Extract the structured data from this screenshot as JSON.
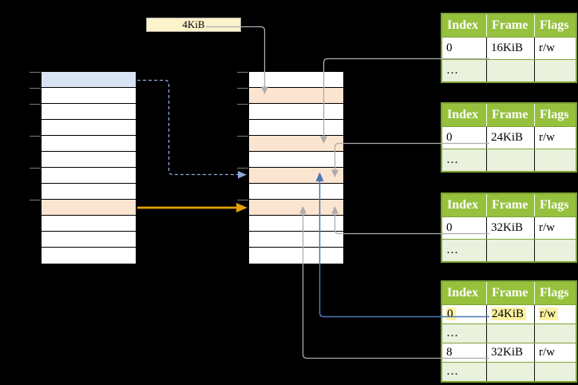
{
  "colors": {
    "background": "#000000",
    "column_border": "#000000",
    "cell_blue": "#D8E4F4",
    "cell_orange": "#FCE5D0",
    "size_box_bg": "#FCF2CC",
    "size_box_border": "#ABA7A0",
    "table_header_bg": "#95C13D",
    "table_border_green": "#7FA437",
    "table_row_shaded": "#EAF1DC",
    "highlight_yellow": "#FCF2A1",
    "line_gray": "#ACACAC",
    "arrow_orange": "#E0A008",
    "arrow_blue": "#4D76B5",
    "arrow_blue_dashed": "#8DA9DC",
    "tick_gray": "#7A7A7A"
  },
  "size_box": {
    "label": "4KiB"
  },
  "left_column": {
    "rows": 12,
    "blue_rows": [
      0
    ],
    "orange_rows": [
      8
    ],
    "tick_offsets": [
      0,
      20,
      40,
      80,
      120,
      160
    ]
  },
  "middle_column": {
    "rows": 12,
    "blue_rows": [],
    "orange_rows": [
      1,
      4,
      6,
      8
    ],
    "tick_offsets": [
      0,
      20,
      40,
      80,
      120,
      160
    ]
  },
  "frame_tables": [
    {
      "headers": [
        "Index",
        "Frame",
        "Flags"
      ],
      "rows": [
        [
          "0",
          "16KiB",
          "r/w"
        ],
        [
          "…",
          "",
          ""
        ]
      ]
    },
    {
      "headers": [
        "Index",
        "Frame",
        "Flags"
      ],
      "rows": [
        [
          "0",
          "24KiB",
          "r/w"
        ],
        [
          "…",
          "",
          ""
        ]
      ]
    },
    {
      "headers": [
        "Index",
        "Frame",
        "Flags"
      ],
      "rows": [
        [
          "0",
          "32KiB",
          "r/w"
        ],
        [
          "…",
          "",
          ""
        ]
      ]
    },
    {
      "headers": [
        "Index",
        "Frame",
        "Flags"
      ],
      "rows": [
        [
          "0",
          "24KiB",
          "r/w"
        ],
        [
          "…",
          "",
          ""
        ],
        [
          "8",
          "32KiB",
          "r/w"
        ],
        [
          "…",
          "",
          ""
        ]
      ]
    }
  ]
}
